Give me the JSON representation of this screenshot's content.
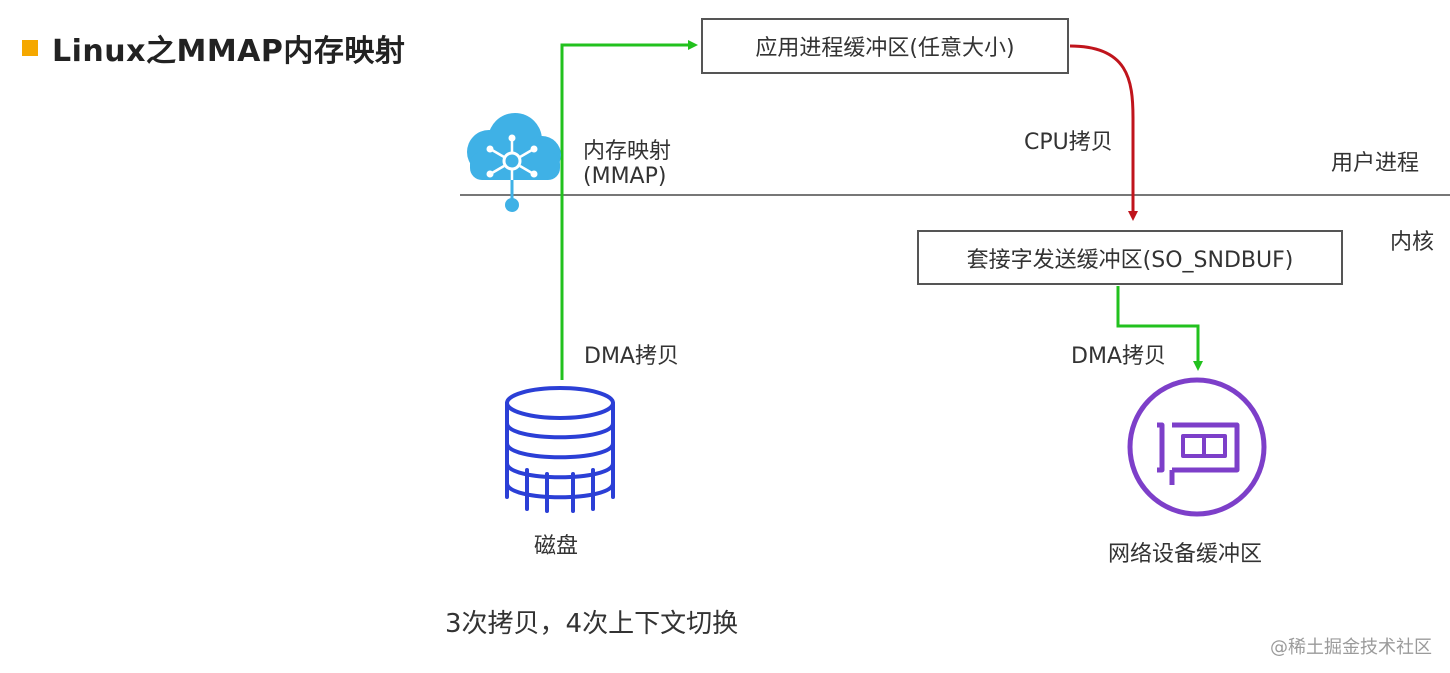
{
  "title": "Linux之MMAP内存映射",
  "boxes": {
    "app_buffer": "应用进程缓冲区(任意大小)",
    "socket_buffer": "套接字发送缓冲区(SO_SNDBUF)"
  },
  "labels": {
    "mmap_line1": "内存映射",
    "mmap_line2": "(MMAP)",
    "cpu_copy": "CPU拷贝",
    "user_process": "用户进程",
    "kernel": "内核",
    "dma_copy_left": "DMA拷贝",
    "dma_copy_right": "DMA拷贝",
    "disk": "磁盘",
    "network_buffer": "网络设备缓冲区"
  },
  "footer_note": "3次拷贝，4次上下文切换",
  "watermark": "@稀土掘金技术社区",
  "colors": {
    "title_bullet": "#f5a800",
    "dma_arrow": "#22c11e",
    "cpu_arrow": "#c0141c",
    "disk_icon": "#2b3fd6",
    "network_icon": "#7d3fc9",
    "cloud_icon": "#3fb1e6",
    "divider": "#777777"
  },
  "icons": {
    "cloud": "cloud-network-icon",
    "disk": "database-disk-icon",
    "network": "network-card-icon"
  }
}
